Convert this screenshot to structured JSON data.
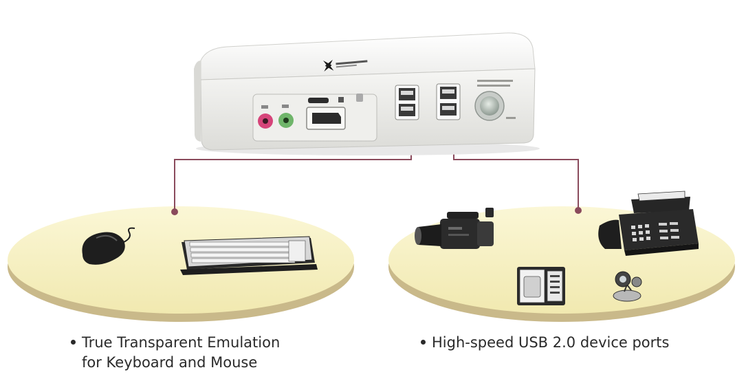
{
  "captions": {
    "left": {
      "line1": "True Transparent Emulation",
      "line2": "for Keyboard and Mouse"
    },
    "right": {
      "line1": "High-speed USB 2.0 device ports"
    }
  },
  "colors": {
    "platform_fill": "#f7f1bf",
    "platform_rim": "#c9b98a",
    "connector_line": "#8a4a5c",
    "device_body": "#f4f4f2",
    "audio_pink": "#d6457a",
    "audio_green": "#6fb56a",
    "caption_text": "#2a2a2a"
  },
  "icons": {
    "kvm": "kvm-switch-icon",
    "mouse": "mouse-icon",
    "keyboard": "keyboard-icon",
    "camcorder": "camcorder-icon",
    "fax": "fax-machine-icon",
    "card_reader": "card-reader-icon",
    "webcam": "webcam-icon"
  }
}
